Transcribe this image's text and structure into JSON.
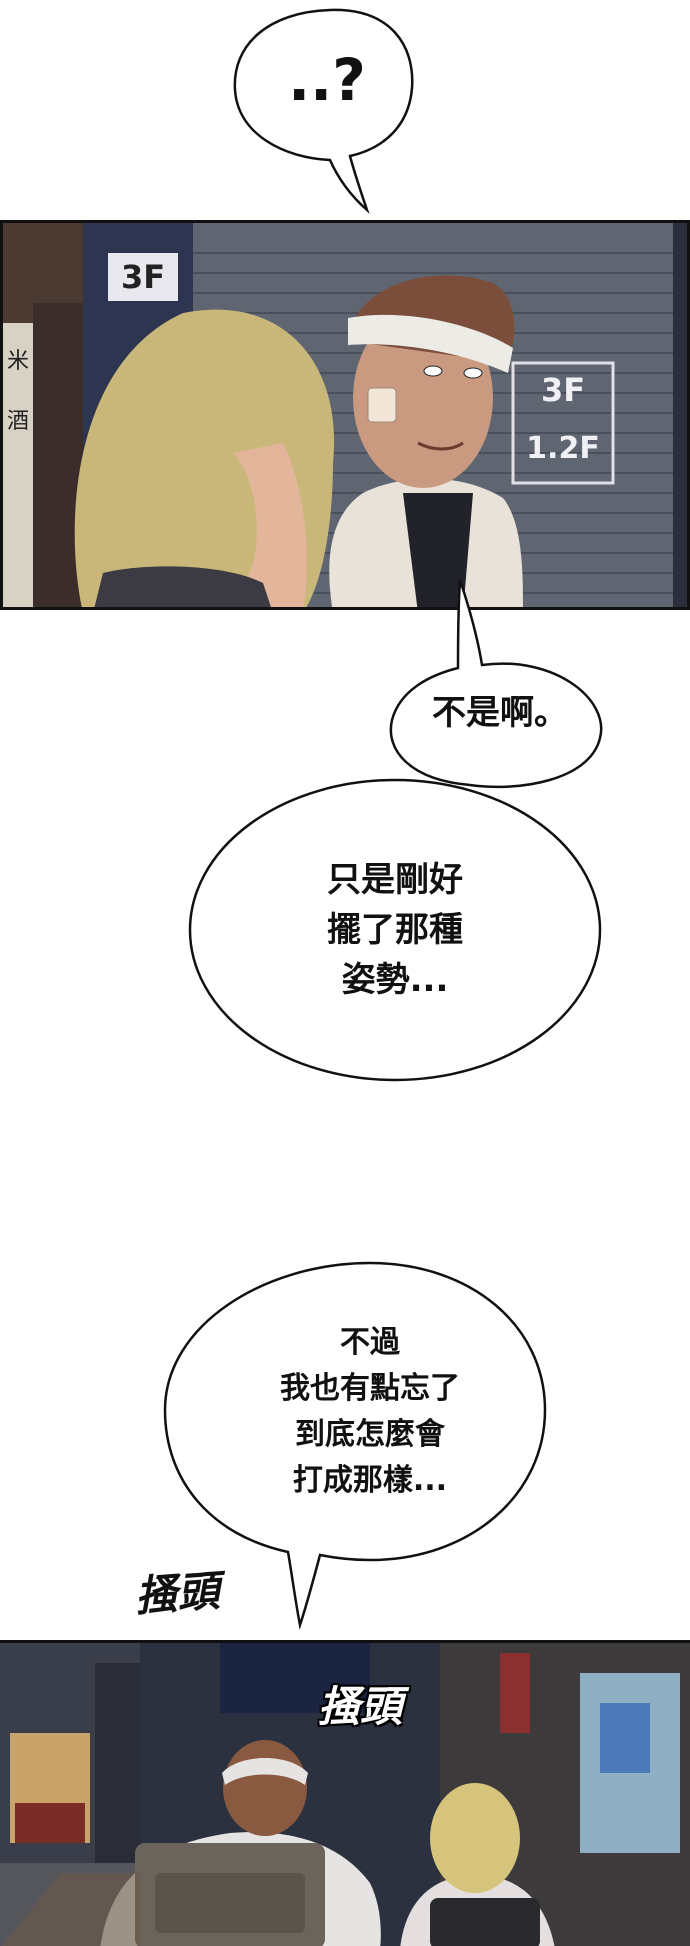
{
  "bubbles": {
    "b1": "..?",
    "b2": "不是啊。",
    "b3": "只是剛好\n擺了那種\n姿勢...",
    "b4": "不過\n我也有點忘了\n到底怎麼會\n打成那樣..."
  },
  "sfx": {
    "s1": "搔頭",
    "s2": "搔頭"
  },
  "signs": {
    "floor_top_left": "3F",
    "floor_right_1": "3F",
    "floor_right_2": "1.2F",
    "side_sign_1": "米",
    "side_sign_2": "酒"
  }
}
